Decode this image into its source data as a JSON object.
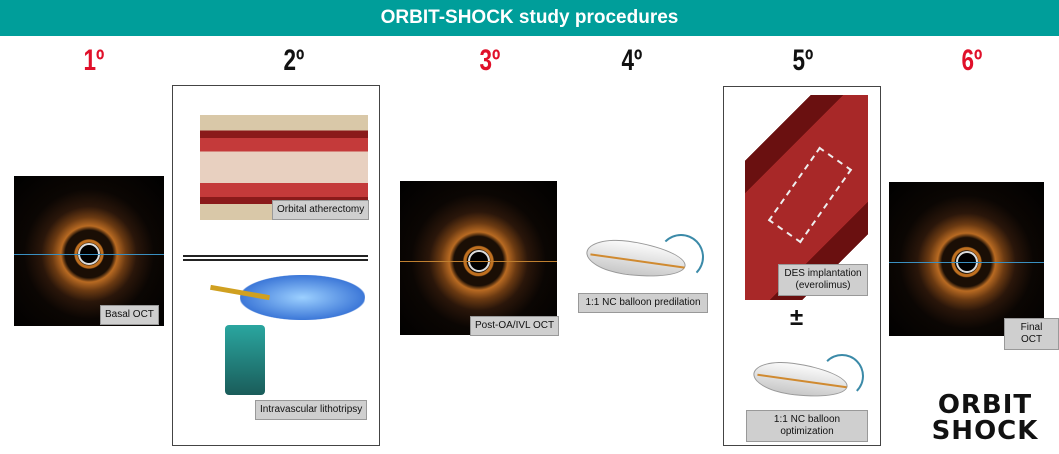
{
  "title": "ORBIT-SHOCK study procedures",
  "steps": [
    "1º",
    "2º",
    "3º",
    "4º",
    "5º",
    "6º"
  ],
  "labels": {
    "basal_oct": "Basal OCT",
    "orbital_atherectomy": "Orbital atherectomy",
    "ivl": "Intravascular lithotripsy",
    "post_oct": "Post-OA/IVL OCT",
    "nc_predilation": "1:1 NC balloon predilation",
    "des_line1": "DES implantation",
    "des_line2": "(everolimus)",
    "plus_minus": "±",
    "nc_optimization": "1:1 NC balloon optimization",
    "final_oct": "Final OCT"
  },
  "logo": {
    "line1": "ORBIT",
    "line2": "SHOCK"
  },
  "colors": {
    "header": "#009e9a",
    "red": "#e0102a"
  }
}
